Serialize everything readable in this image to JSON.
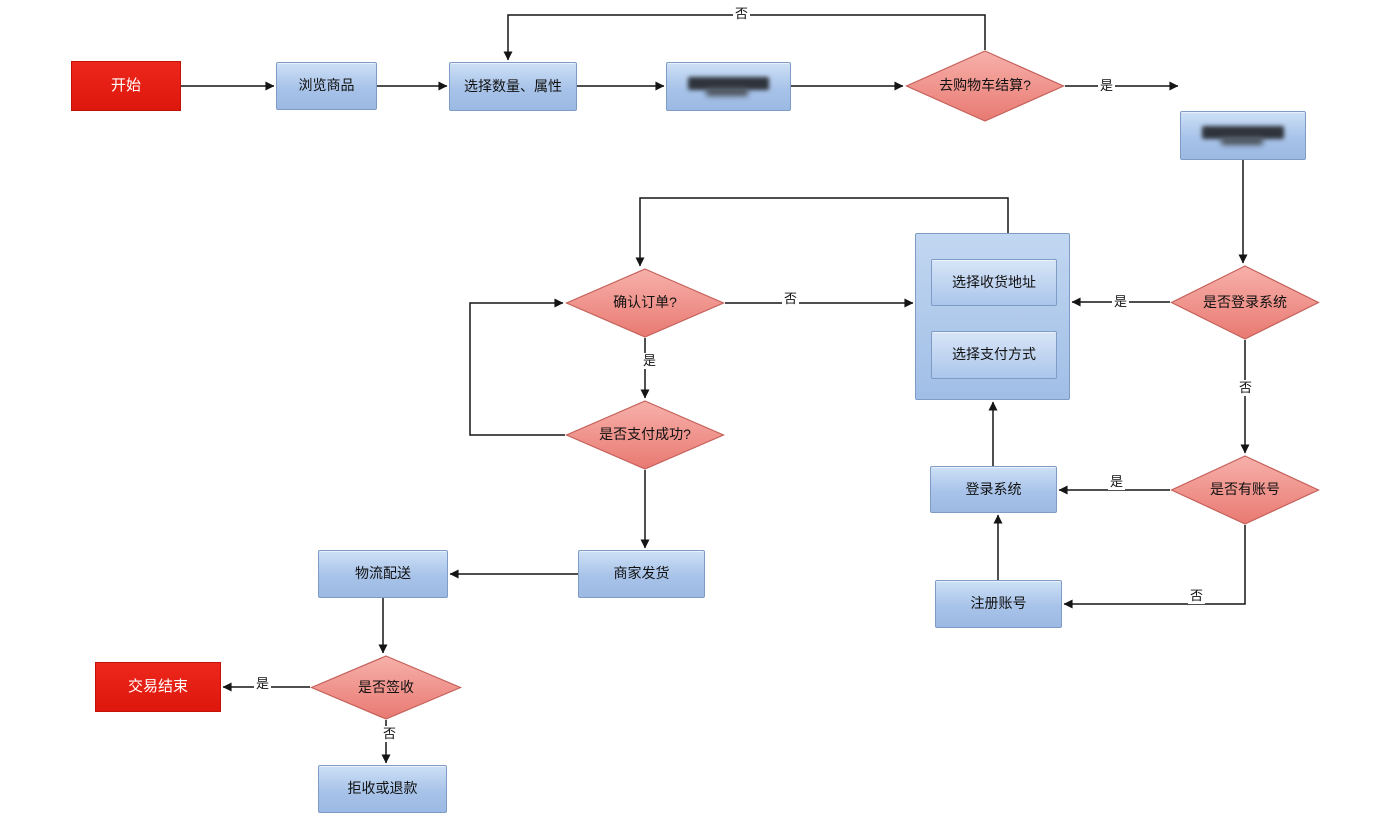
{
  "diagram": {
    "nodes": {
      "start": {
        "label": "开始",
        "type": "terminal"
      },
      "browse": {
        "label": "浏览商品",
        "type": "process"
      },
      "select_qty": {
        "label": "选择数量、属性",
        "type": "process"
      },
      "add_cart": {
        "label": "",
        "redacted": true,
        "type": "process"
      },
      "to_checkout": {
        "label": "去购物车结算?",
        "type": "decision"
      },
      "cart": {
        "label": "",
        "redacted": true,
        "type": "process"
      },
      "login_check": {
        "label": "是否登录系统",
        "type": "decision"
      },
      "select_address": {
        "label": "选择收货地址",
        "type": "process"
      },
      "select_payment": {
        "label": "选择支付方式",
        "type": "process"
      },
      "confirm_order": {
        "label": "确认订单?",
        "type": "decision"
      },
      "pay_success": {
        "label": "是否支付成功?",
        "type": "decision"
      },
      "has_account": {
        "label": "是否有账号",
        "type": "decision"
      },
      "login": {
        "label": "登录系统",
        "type": "process"
      },
      "register": {
        "label": "注册账号",
        "type": "process"
      },
      "ship": {
        "label": "商家发货",
        "type": "process"
      },
      "delivery": {
        "label": "物流配送",
        "type": "process"
      },
      "sign": {
        "label": "是否签收",
        "type": "decision"
      },
      "end": {
        "label": "交易结束",
        "type": "terminal"
      },
      "refund": {
        "label": "拒收或退款",
        "type": "process"
      }
    },
    "edge_labels": {
      "checkout_no": "否",
      "checkout_yes": "是",
      "login_yes": "是",
      "login_no": "否",
      "account_yes": "是",
      "account_no": "否",
      "confirm_no": "否",
      "confirm_yes": "是",
      "sign_yes": "是",
      "sign_no": "否"
    },
    "colors": {
      "terminal_fill": "#e1251b",
      "process_fill_top": "#cde0f6",
      "process_fill_bottom": "#9bb9e3",
      "process_border": "#7e9cc6",
      "decision_fill_top": "#f7b0aa",
      "decision_fill_bottom": "#e87a72",
      "decision_border": "#c4605a",
      "connector": "#151515"
    }
  }
}
